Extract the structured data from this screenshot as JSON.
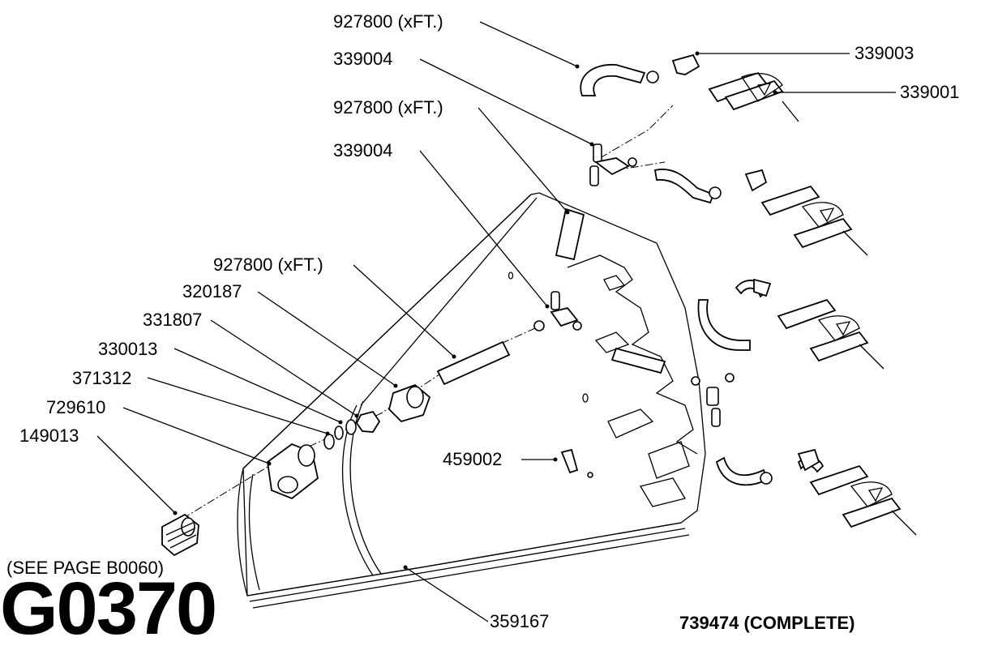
{
  "diagram": {
    "page_code": "G0370",
    "assembly_label": "739474 (COMPLETE)",
    "reference_note": "(SEE PAGE B0060)",
    "callouts": [
      {
        "id": "c1",
        "text": "927800 (xFT.)"
      },
      {
        "id": "c2",
        "text": "339004"
      },
      {
        "id": "c3",
        "text": "927800 (xFT.)"
      },
      {
        "id": "c4",
        "text": "339004"
      },
      {
        "id": "c5",
        "text": "927800 (xFT.)"
      },
      {
        "id": "c6",
        "text": "320187"
      },
      {
        "id": "c7",
        "text": "331807"
      },
      {
        "id": "c8",
        "text": "330013"
      },
      {
        "id": "c9",
        "text": "371312"
      },
      {
        "id": "c10",
        "text": "729610"
      },
      {
        "id": "c11",
        "text": "149013"
      },
      {
        "id": "c12",
        "text": "339003"
      },
      {
        "id": "c13",
        "text": "339001"
      },
      {
        "id": "c14",
        "text": "459002"
      },
      {
        "id": "c15",
        "text": "359167"
      }
    ]
  }
}
